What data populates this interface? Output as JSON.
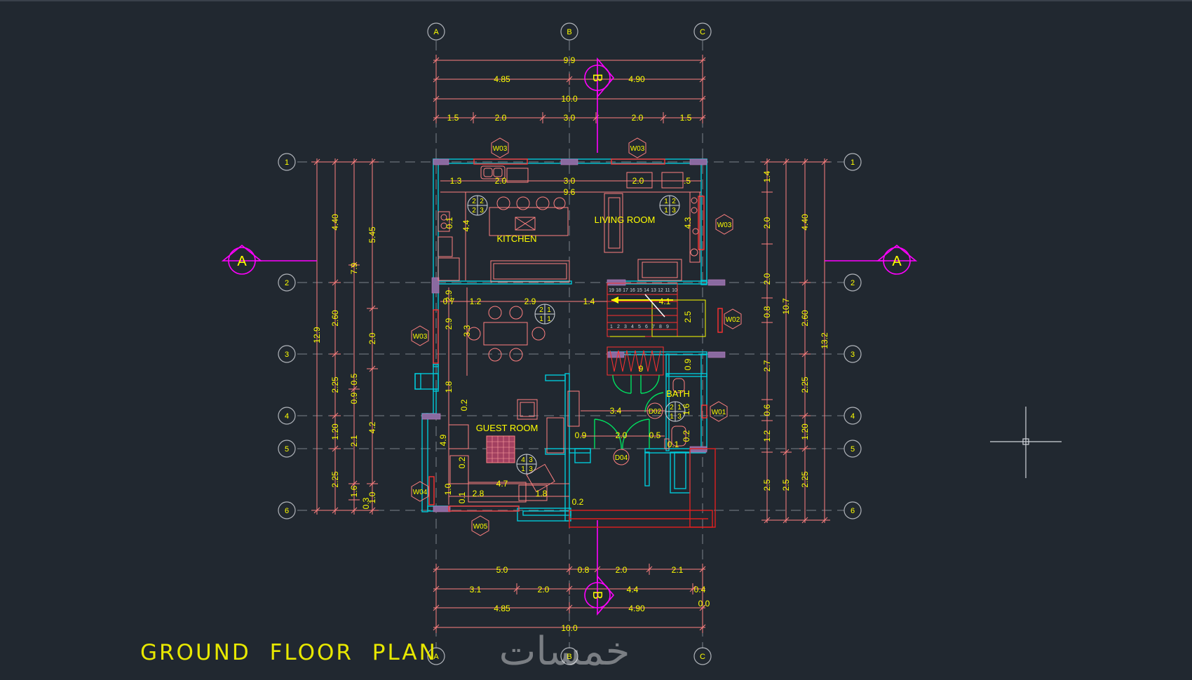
{
  "drawing": {
    "title": "GROUND FLOOR PLAN",
    "watermark": "خمسات",
    "colors": {
      "background": "#212830",
      "dimension": "#ff8080",
      "text": "#ffff00",
      "wall": "#00c8d8",
      "window": "#ff3030",
      "section": "#ff00ff",
      "door": "#00e060",
      "furniture": "#ff8080",
      "hatch": "#c080c0",
      "grid": "#9aa0a8",
      "crosshair": "#d0d4da"
    }
  },
  "grid_columns": [
    "A",
    "B",
    "C"
  ],
  "grid_rows": [
    "1",
    "2",
    "3",
    "4",
    "5",
    "6"
  ],
  "sections": {
    "horizontal": "A",
    "vertical": "B"
  },
  "rooms": {
    "kitchen": "KITCHEN",
    "living": "LIVING ROOM",
    "guest": "GUEST ROOM",
    "bath": "BATH"
  },
  "tags": {
    "w03_top_left": "W03",
    "w03_top_right": "W03",
    "w03_right": "W03",
    "w03_left": "W03",
    "w02": "W02",
    "w01": "W01",
    "w04": "W04",
    "w05": "W05",
    "d02": "D02",
    "d04": "D04"
  },
  "dims_top": {
    "overall": "9.9",
    "left_half": "4.85",
    "right_half": "4.90",
    "total": "10.0",
    "seg1": "1.5",
    "seg2": "2.0",
    "seg3": "3.0",
    "seg4": "2.0",
    "seg5": "1.5"
  },
  "dims_bottom": {
    "a1": "5.0",
    "a2": "0.8",
    "a3": "2.0",
    "a4": "2.1",
    "b1": "3.1",
    "b2": "2.0",
    "b3": "4.4",
    "b4": "0.4",
    "b5": "0.0",
    "c1": "4.85",
    "c2": "4.90",
    "total": "10.0"
  },
  "dims_left": {
    "overall": "12.9",
    "r1": "4.40",
    "r2": "2.60",
    "r3": "2.25",
    "r4": "1.20",
    "r5": "2.25",
    "g1": "7.9",
    "g2": "0.9",
    "g3": "2.1",
    "g4": "1.6",
    "g5": "0.5",
    "g6": "0.3",
    "h1": "5.45",
    "h2": "2.0",
    "h3": "4.2",
    "h4": "1.0"
  },
  "dims_right": {
    "overall": "13.2",
    "r1": "4.40",
    "r2": "2.60",
    "r3": "2.25",
    "r4": "1.20",
    "r5": "2.25",
    "inner": "10.7",
    "i_last": "2.5",
    "s1": "1.4",
    "s2": "2.0",
    "s3": "2.0",
    "s4": "0.8",
    "s5": "2.7",
    "s6": "0.6",
    "s7": "1.2",
    "s8": "2.5"
  },
  "dims_interior": {
    "k1": "1.3",
    "k2": "2.0",
    "k3": "3.0",
    "k4": "2.0",
    "k5": ".5",
    "k6": "9.6",
    "k7": "4.4",
    "k8": "4.3",
    "k9": "2.9",
    "k10": "3.3",
    "d1": "0.7",
    "d2": "1.2",
    "d3": "2.9",
    "d4": "1.4",
    "d5": "4.1",
    "d6": "2.5",
    "d7": "0.9",
    "d8": "9",
    "g1": "1.8",
    "g2": "0.2",
    "g3": "4.9",
    "g4": "0.2",
    "g5": "0.1",
    "g6": "1.0",
    "g7": "2.8",
    "g8": "4.7",
    "g9": "1.8",
    "g10": "0.2",
    "h1": "3.4",
    "h2": "0.9",
    "h3": "2.0",
    "h4": "0.5",
    "h5": "0.1",
    "h6": "1.6",
    "h7": "0.2"
  },
  "level_symbols": [
    {
      "t": "2",
      "b1": "2",
      "b2": "3"
    },
    {
      "t": "1",
      "b1": "1",
      "b2": "3"
    },
    {
      "t": "2",
      "b1": "1",
      "b2": "1"
    },
    {
      "t": "4",
      "b1": "1",
      "b2": "3"
    },
    {
      "t": "2",
      "b1": "1",
      "b2": "3"
    }
  ],
  "stair_numbers": [
    "19",
    "18",
    "17",
    "16",
    "15",
    "14",
    "13",
    "12",
    "11",
    "10",
    "1",
    "2",
    "3",
    "4",
    "5",
    "6",
    "7",
    "8",
    "9"
  ]
}
